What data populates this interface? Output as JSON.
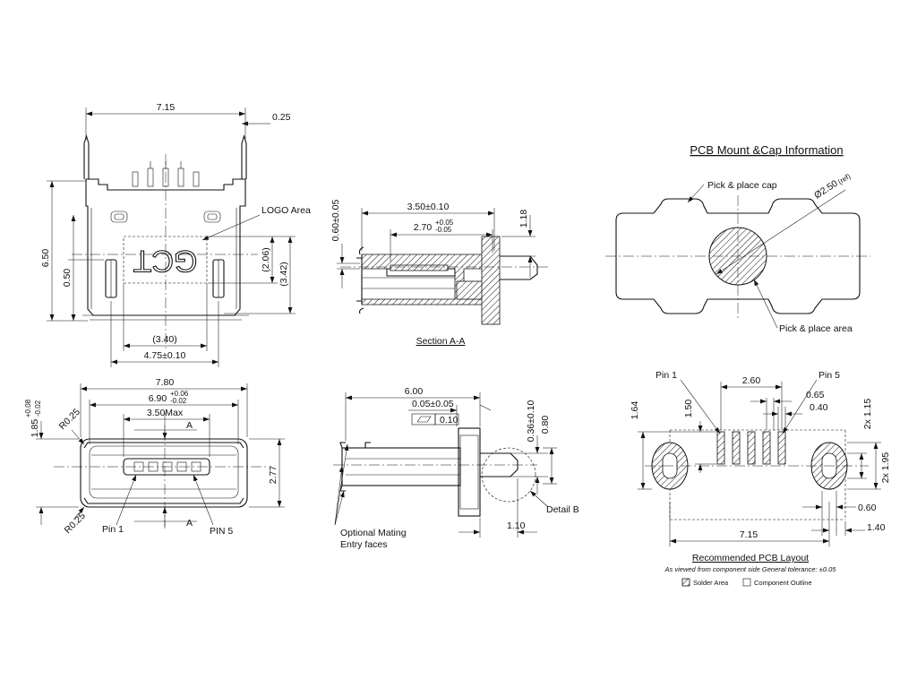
{
  "top_view": {
    "dims": {
      "overall_width": "7.15",
      "side_thickness": "0.25",
      "height": "6.50",
      "offset": "0.50",
      "logo_h1": "(2.06)",
      "logo_h2": "(3.42)",
      "logo_w": "(3.40)",
      "pitch_w": "4.75±0.10"
    },
    "logo_label": "LOGO Area",
    "logo_text": "GCT"
  },
  "section_view": {
    "dims": {
      "d1": "3.50±0.10",
      "d2_base": "2.70",
      "d2_sup": "+0.05",
      "d2_sub": "-0.05",
      "d3": "0.60±0.05",
      "d4": "1.18"
    },
    "caption": "Section A-A"
  },
  "front_view": {
    "dims": {
      "w1": "7.80",
      "w2_base": "6.90",
      "w2_sup": "+0.06",
      "w2_sub": "-0.02",
      "w3": "3.50Max",
      "h1_base": "1.85",
      "h1_sup": "+0.08",
      "h1_sub": "-0.02",
      "h2": "2.77",
      "r_top": "R0.25",
      "r_bot": "R0.25"
    },
    "cut_labels": [
      "A",
      "A"
    ],
    "pin1": "Pin 1",
    "pin5": "PIN 5"
  },
  "side_view": {
    "dims": {
      "l1": "6.00",
      "l2": "0.05±0.05",
      "flat": "0.10",
      "v1": "0.36±0.10",
      "v2": "0.80",
      "l3": "1.10"
    },
    "mating_label_1": "Optional Mating",
    "mating_label_2": "Entry faces",
    "detail": "Detail B"
  },
  "pcb_mount": {
    "title": "PCB Mount &Cap Information",
    "cap_label": "Pick & place cap",
    "area_label": "Pick & place area",
    "dia_main": "Ø2.50",
    "dia_ref": "(ref)"
  },
  "pcb_layout": {
    "pin1": "Pin 1",
    "pin5": "Pin 5",
    "dims": {
      "p1": "2.60",
      "p2": "0.65",
      "p3": "0.40",
      "v1": "1.64",
      "v2": "1.50",
      "v3": "2x 1.15",
      "v4": "2x 1.95",
      "h1": "0.60",
      "h2": "1.40",
      "w1": "7.15"
    },
    "title": "Recommended PCB Layout",
    "subtitle": "As viewed from component side   General tolerance: ±0.05",
    "legend_solder": "Solder Area",
    "legend_outline": "Component Outline"
  }
}
